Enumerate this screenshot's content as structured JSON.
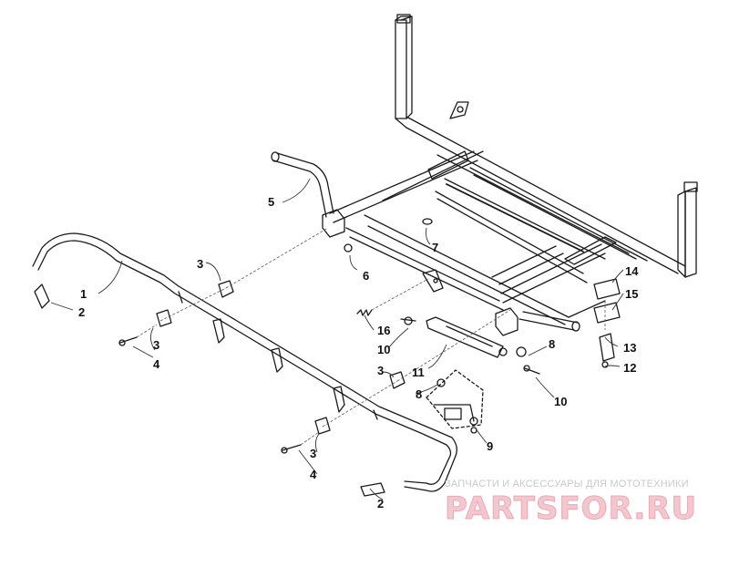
{
  "diagram": {
    "callouts": [
      {
        "id": "c1",
        "text": "1"
      },
      {
        "id": "c2a",
        "text": "2"
      },
      {
        "id": "c2b",
        "text": "2"
      },
      {
        "id": "c3a",
        "text": "3"
      },
      {
        "id": "c3b",
        "text": "3"
      },
      {
        "id": "c3c",
        "text": "3"
      },
      {
        "id": "c3d",
        "text": "3"
      },
      {
        "id": "c4a",
        "text": "4"
      },
      {
        "id": "c4b",
        "text": "4"
      },
      {
        "id": "c5",
        "text": "5"
      },
      {
        "id": "c6",
        "text": "6"
      },
      {
        "id": "c7",
        "text": "7"
      },
      {
        "id": "c8a",
        "text": "8"
      },
      {
        "id": "c8b",
        "text": "8"
      },
      {
        "id": "c9",
        "text": "9"
      },
      {
        "id": "c10a",
        "text": "10"
      },
      {
        "id": "c10b",
        "text": "10"
      },
      {
        "id": "c11",
        "text": "11"
      },
      {
        "id": "c12",
        "text": "12"
      },
      {
        "id": "c13",
        "text": "13"
      },
      {
        "id": "c14",
        "text": "14"
      },
      {
        "id": "c15",
        "text": "15"
      },
      {
        "id": "c16",
        "text": "16"
      }
    ]
  },
  "watermark": {
    "tagline": "ЗАПЧАСТИ И АКСЕССУАРЫ ДЛЯ МОТОТЕХНИКИ",
    "logo": "PARTSFOR.RU"
  },
  "colors": {
    "line": "#1a1a1a",
    "leader": "#333333",
    "watermark_text": "#c9c9c9",
    "watermark_logo": "#f4c7cf"
  }
}
